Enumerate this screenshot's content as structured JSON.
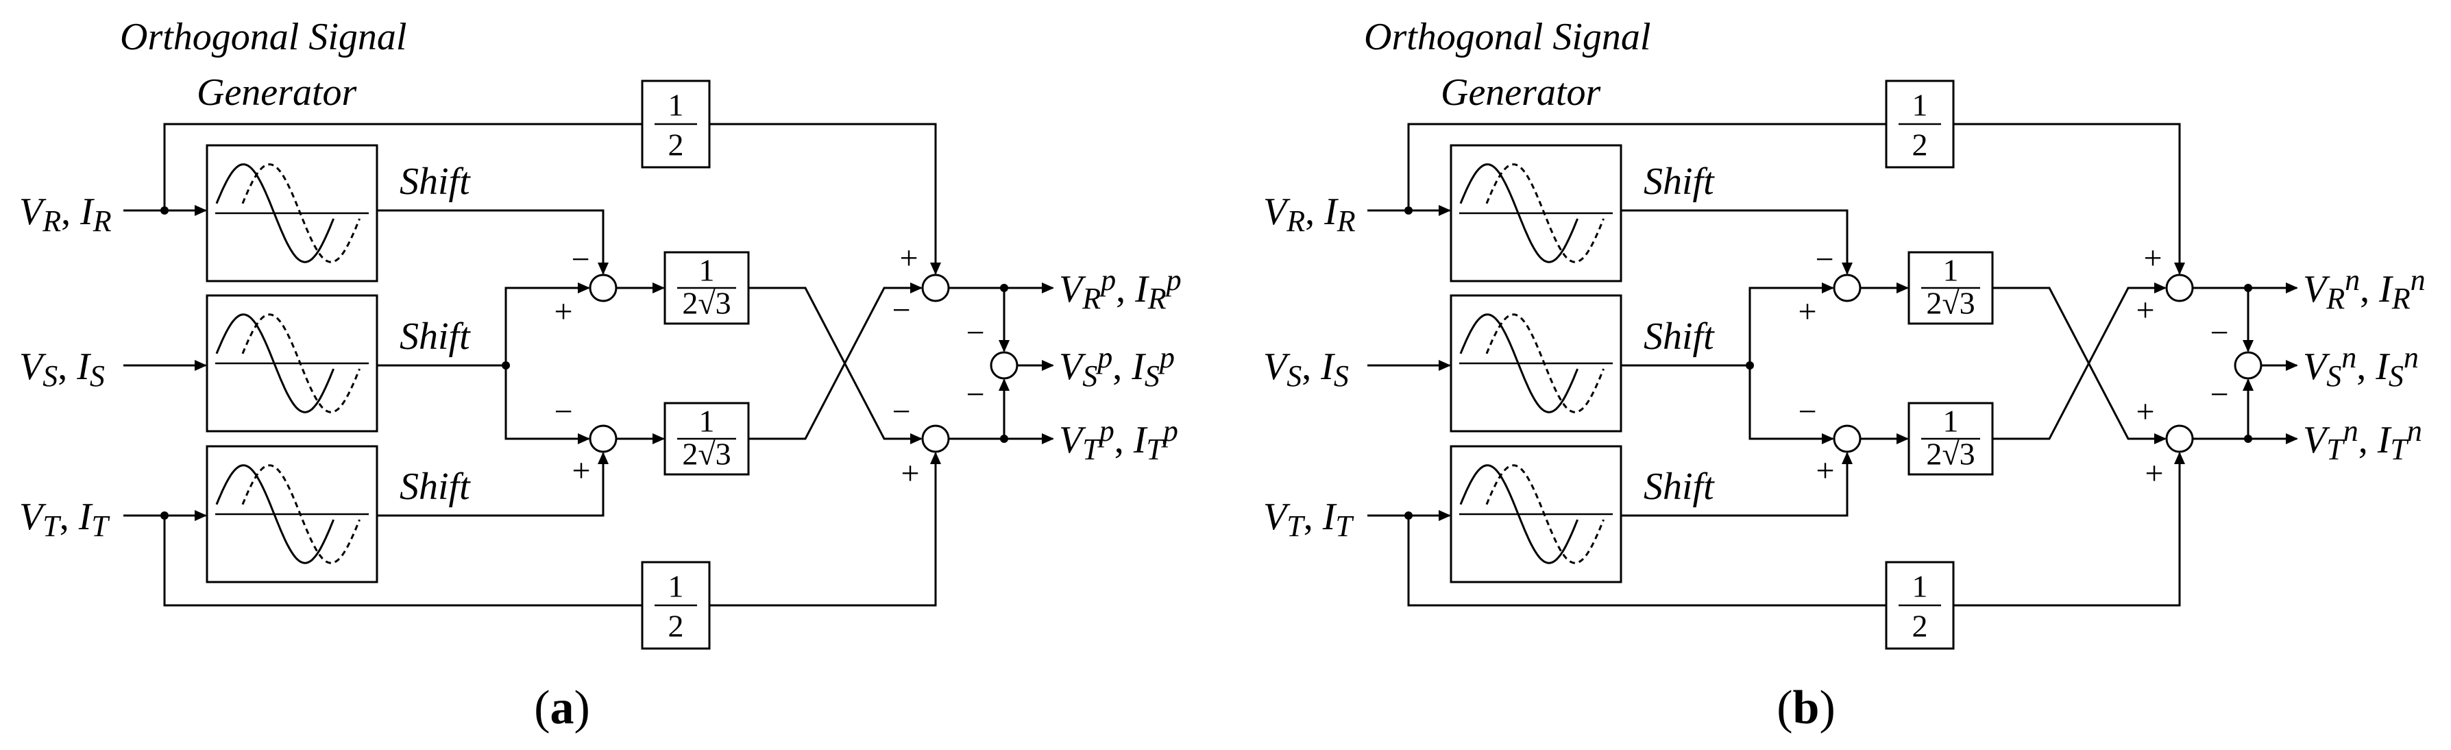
{
  "panels": [
    {
      "id": "a",
      "caption": "(a)",
      "caption_letter": "a",
      "title_line1": "Orthogonal Signal",
      "title_line2": "Generator",
      "shift_label": "Shift",
      "half_num": "1",
      "half_den": "2",
      "gain_num": "1",
      "gain_den": "2√3",
      "inputs": [
        {
          "v": "V",
          "vs": "R",
          "i": "I",
          "is": "R"
        },
        {
          "v": "V",
          "vs": "S",
          "i": "I",
          "is": "S"
        },
        {
          "v": "V",
          "vs": "T",
          "i": "I",
          "is": "T"
        }
      ],
      "outputs": [
        {
          "v": "V",
          "vs": "R",
          "vp": "p",
          "i": "I",
          "is": "R",
          "ip": "p"
        },
        {
          "v": "V",
          "vs": "S",
          "vp": "p",
          "i": "I",
          "is": "S",
          "ip": "p"
        },
        {
          "v": "V",
          "vs": "T",
          "vp": "p",
          "i": "I",
          "is": "T",
          "ip": "p"
        }
      ],
      "signs": {
        "s1_top": "−",
        "s1_left": "+",
        "s2_left": "−",
        "s2_bottom": "+",
        "o1_top": "+",
        "o1_left": "−",
        "o3_left": "−",
        "o3_bottom": "+",
        "m_top": "−",
        "m_bottom": "−"
      }
    },
    {
      "id": "b",
      "caption": "(b)",
      "caption_letter": "b",
      "title_line1": "Orthogonal Signal",
      "title_line2": "Generator",
      "shift_label": "Shift",
      "half_num": "1",
      "half_den": "2",
      "gain_num": "1",
      "gain_den": "2√3",
      "inputs": [
        {
          "v": "V",
          "vs": "R",
          "i": "I",
          "is": "R"
        },
        {
          "v": "V",
          "vs": "S",
          "i": "I",
          "is": "S"
        },
        {
          "v": "V",
          "vs": "T",
          "i": "I",
          "is": "T"
        }
      ],
      "outputs": [
        {
          "v": "V",
          "vs": "R",
          "vp": "n",
          "i": "I",
          "is": "R",
          "ip": "n"
        },
        {
          "v": "V",
          "vs": "S",
          "vp": "n",
          "i": "I",
          "is": "S",
          "ip": "n"
        },
        {
          "v": "V",
          "vs": "T",
          "vp": "n",
          "i": "I",
          "is": "T",
          "ip": "n"
        }
      ],
      "signs": {
        "s1_top": "−",
        "s1_left": "+",
        "s2_left": "−",
        "s2_bottom": "+",
        "o1_top": "+",
        "o1_left": "+",
        "o3_left": "+",
        "o3_bottom": "+",
        "m_top": "−",
        "m_bottom": "−"
      }
    }
  ]
}
